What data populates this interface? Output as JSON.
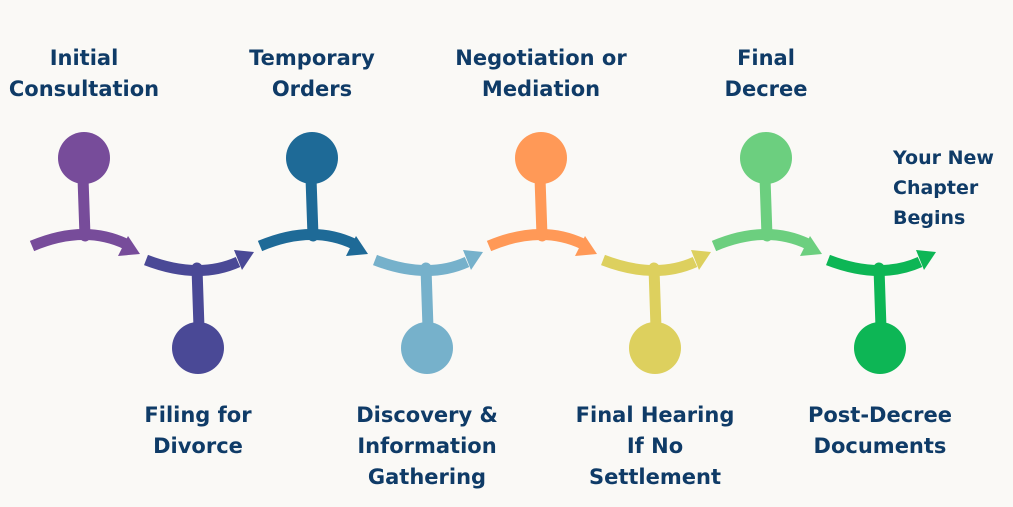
{
  "steps": [
    {
      "label": "Initial\nConsultation",
      "color": "#774c9a",
      "position": "up"
    },
    {
      "label": "Filing for\nDivorce",
      "color": "#4a4996",
      "position": "down"
    },
    {
      "label": "Temporary\nOrders",
      "color": "#1e6a97",
      "position": "up"
    },
    {
      "label": "Discovery &\nInformation\nGathering",
      "color": "#76b1cb",
      "position": "down"
    },
    {
      "label": "Negotiation or\nMediation",
      "color": "#ff9957",
      "position": "up"
    },
    {
      "label": "Final Hearing\nIf No\nSettlement",
      "color": "#ddd05e",
      "position": "down"
    },
    {
      "label": "Final\nDecree",
      "color": "#6ccf7f",
      "position": "up"
    },
    {
      "label": "Post-Decree\nDocuments",
      "color": "#0db655",
      "position": "down"
    }
  ],
  "final_label": "Your New\nChapter\nBegins",
  "text_color": "#0f3b67"
}
